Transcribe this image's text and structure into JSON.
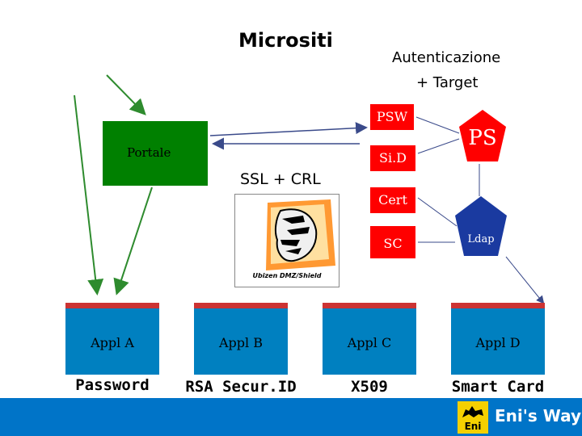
{
  "title": "Micrositi",
  "auth": {
    "line1": "Autenticazione",
    "line2": "+ Target"
  },
  "portale": "Portale",
  "ssl": "SSL + CRL",
  "red_boxes": {
    "psw": "PSW",
    "sid": "Si.D",
    "cert": "Cert",
    "sc": "SC"
  },
  "ps": "PS",
  "ldap": "Ldap",
  "ubizen": "Ubizen DMZ/Shield",
  "apps": [
    {
      "label": "Appl A",
      "method": "Password"
    },
    {
      "label": "Appl B",
      "method": "RSA Secur.ID"
    },
    {
      "label": "Appl C",
      "method": "X509"
    },
    {
      "label": "Appl D",
      "method": "Smart Card"
    }
  ],
  "footer": {
    "logo_word": "Eni",
    "brand": "Eni's Way"
  },
  "colors": {
    "green": "#008000",
    "red": "#ff0000",
    "blue": "#0080c0",
    "appl_top": "#cc3333",
    "footer": "#0074c8",
    "arrow_green": "#2e8b2e"
  }
}
